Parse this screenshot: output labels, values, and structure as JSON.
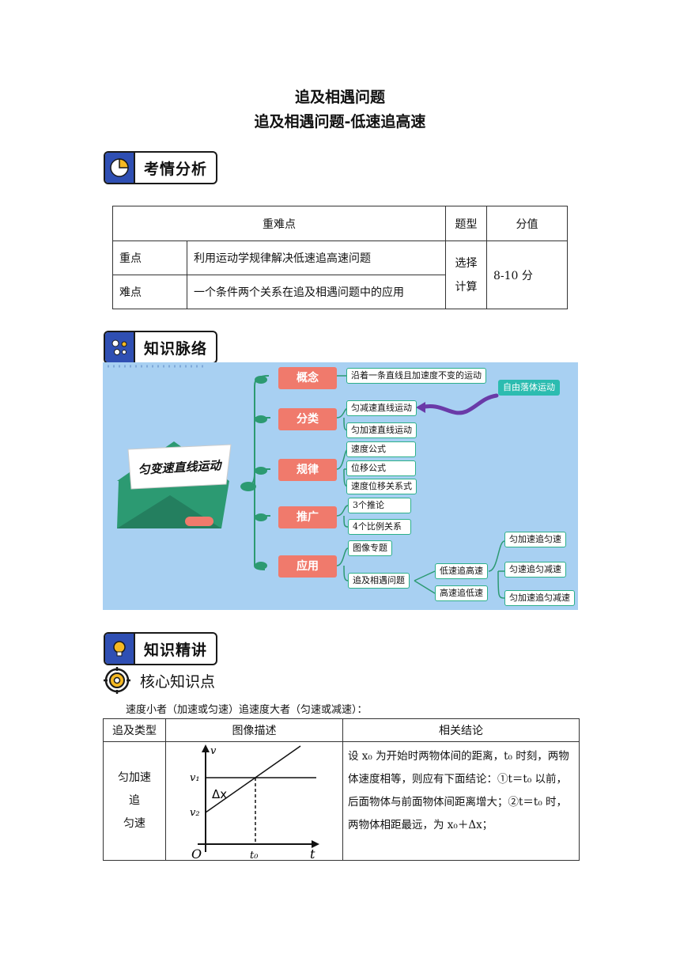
{
  "header": {
    "title1": "追及相遇问题",
    "title2": "追及相遇问题-低速追高速"
  },
  "section1": {
    "label": "考情分析"
  },
  "analysis_table": {
    "headers": [
      "重难点",
      "题型",
      "分值"
    ],
    "rows": [
      {
        "label": "重点",
        "content": "利用运动学规律解决低速追高速问题"
      },
      {
        "label": "难点",
        "content": "一个条件两个关系在追及相遇问题中的应用"
      }
    ],
    "type_line1": "选择",
    "type_line2": "计算",
    "score": "8-10 分"
  },
  "section2": {
    "label": "知识脉络"
  },
  "mindmap": {
    "center": "匀变速直线运动",
    "nodes": [
      "概念",
      "分类",
      "规律",
      "推广",
      "应用"
    ],
    "concept_leaf": "沿着一条直线且加速度不变的运动",
    "free_fall": "自由落体运动",
    "class_leaves": [
      "匀减速直线运动",
      "匀加速直线运动"
    ],
    "law_leaves": [
      "速度公式",
      "位移公式",
      "速度位移关系式"
    ],
    "ext_leaves": [
      "3个推论",
      "4个比例关系"
    ],
    "app_leaves": [
      "图像专题",
      "追及相遇问题"
    ],
    "chase_leaves": [
      "低速追高速",
      "高速追低速"
    ],
    "sub_leaves": [
      "匀加速追匀速",
      "匀速追匀减速",
      "匀加速追匀减速"
    ]
  },
  "section3": {
    "label": "知识精讲"
  },
  "core": {
    "label": "核心知识点"
  },
  "intro": "速度小者（加速或匀速）追速度大者（匀速或减速）：",
  "main_table": {
    "headers": [
      "追及类型",
      "图像描述",
      "相关结论"
    ],
    "type_lines": [
      "匀加速",
      "追",
      "匀速"
    ],
    "conclusion": "设 x₀ 为开始时两物体间的距离，t₀ 时刻，两物体速度相等，则应有下面结论：①t＝t₀ 以前，后面物体与前面物体间距离增大；②t＝t₀ 时，两物体相距最远，为 x₀＋Δx；",
    "graph": {
      "v_axis": "v",
      "t_axis": "t",
      "origin": "O",
      "v1": "v₁",
      "v2": "v₂",
      "dx": "Δx",
      "t0": "t₀"
    }
  },
  "colors": {
    "badge": "#2f4fb3",
    "node": "#f07a6c",
    "leaf_border": "#2cb08a",
    "bg": "#a8d0f2"
  }
}
